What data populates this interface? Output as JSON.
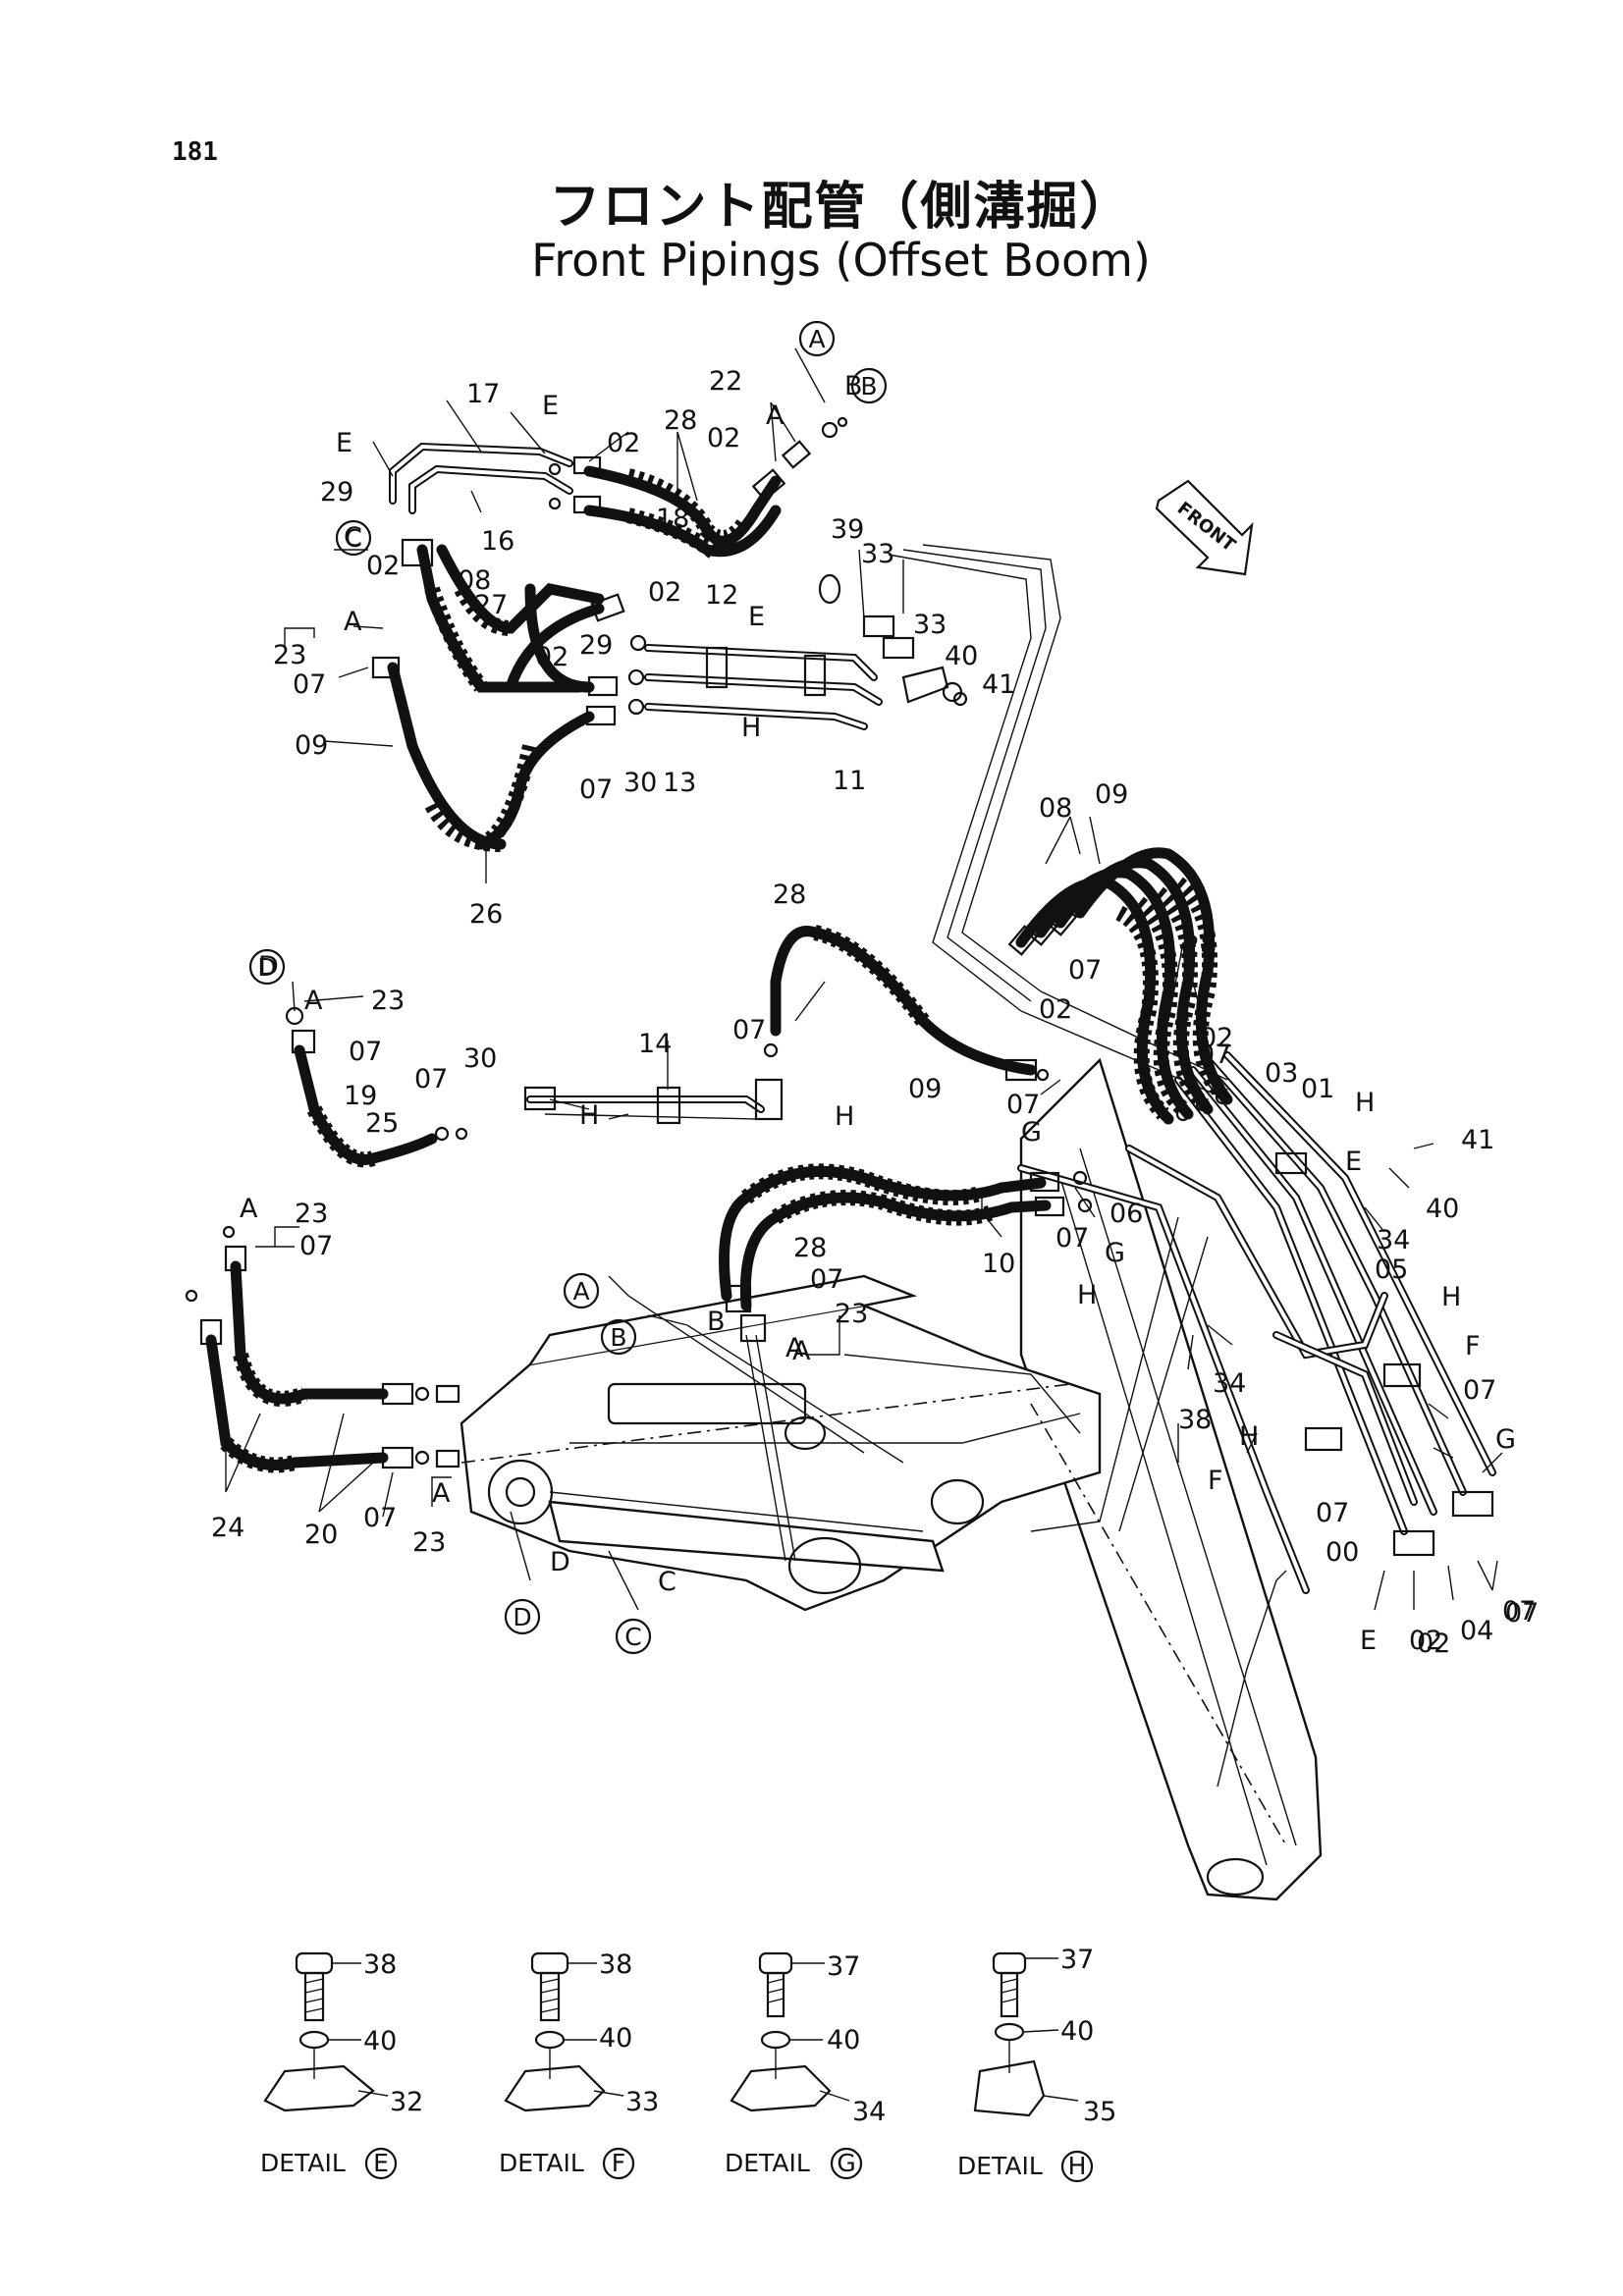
{
  "page_number": "181",
  "title_jp": "フロント配管（側溝掘）",
  "title_en": "Front Pipings (Offset Boom)",
  "front_arrow_label": "FRONT",
  "callouts": {
    "A": "A",
    "B": "B",
    "C": "C",
    "D": "D",
    "E": "E",
    "F": "F",
    "G": "G",
    "H": "H"
  },
  "part_labels": [
    "17",
    "E",
    "E",
    "22",
    "A",
    "B",
    "02",
    "28",
    "02",
    "29",
    "16",
    "18",
    "C",
    "02",
    "08",
    "27",
    "A",
    "23",
    "07",
    "09",
    "26",
    "02",
    "12",
    "E",
    "29",
    "02",
    "07",
    "30",
    "13",
    "H",
    "11",
    "39",
    "33",
    "33",
    "40",
    "41",
    "08",
    "09",
    "07",
    "02",
    "28",
    "D",
    "A",
    "23",
    "07",
    "19",
    "25",
    "30",
    "07",
    "14",
    "H",
    "H",
    "28",
    "07",
    "09",
    "07",
    "02",
    "07",
    "03",
    "01",
    "H",
    "G",
    "E",
    "41",
    "06",
    "07",
    "40",
    "34",
    "G",
    "H",
    "28",
    "10",
    "07",
    "23",
    "A",
    "05",
    "34",
    "38",
    "H",
    "F",
    "07",
    "H",
    "F",
    "G",
    "07",
    "00",
    "07",
    "02",
    "04",
    "07",
    "E",
    "02",
    "A",
    "23",
    "07",
    "24",
    "20",
    "07",
    "A",
    "23",
    "A",
    "B",
    "D",
    "C"
  ],
  "details": [
    {
      "letter": "E",
      "label": "DETAIL",
      "bolt": "38",
      "washer": "40",
      "clamp": "32"
    },
    {
      "letter": "F",
      "label": "DETAIL",
      "bolt": "38",
      "washer": "40",
      "clamp": "33"
    },
    {
      "letter": "G",
      "label": "DETAIL",
      "bolt": "37",
      "washer": "40",
      "clamp": "34"
    },
    {
      "letter": "H",
      "label": "DETAIL",
      "bolt": "37",
      "washer": "40",
      "clamp": "35"
    }
  ]
}
